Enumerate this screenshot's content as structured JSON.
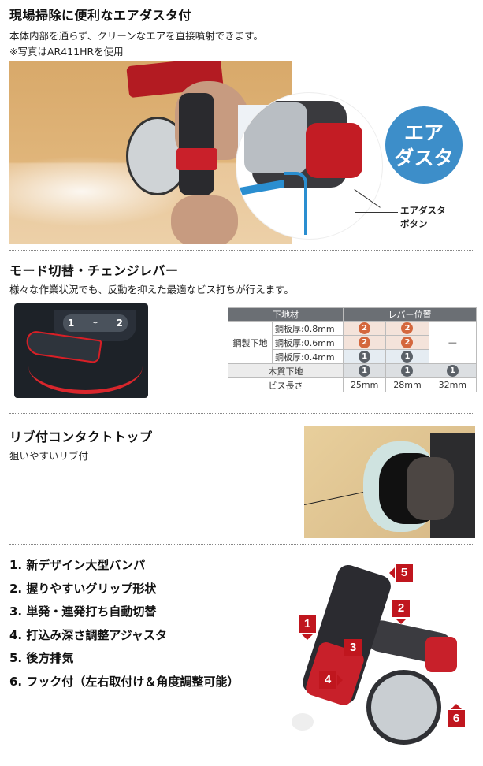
{
  "section_air_duster": {
    "title": "現場掃除に便利なエアダスタ付",
    "description": "本体内部を通らず、クリーンなエアを直接噴射できます。",
    "note": "※写真はAR411HRを使用",
    "badge_line1": "エア",
    "badge_line2": "ダスタ",
    "callout_line1": "エアダスタ",
    "callout_line2": "ボタン"
  },
  "section_mode_switch": {
    "title": "モード切替・チェンジレバー",
    "description": "様々な作業状況でも、反動を抑えた最適なビス打ちが行えます。",
    "lever_labels": [
      "1",
      "2"
    ],
    "table": {
      "headers": [
        "下地材",
        "レバー位置"
      ],
      "group_label": "鋼製下地",
      "rows": [
        {
          "label": "鋼板厚:0.8mm",
          "positions": [
            "2",
            "2"
          ],
          "group": "steel"
        },
        {
          "label": "鋼板厚:0.6mm",
          "positions": [
            "2",
            "2"
          ],
          "group": "steel"
        },
        {
          "label": "鋼板厚:0.4mm",
          "positions": [
            "1",
            "1"
          ],
          "group": "steel"
        }
      ],
      "steel_dash": "—",
      "wood_row": {
        "label": "木質下地",
        "positions": [
          "1",
          "1",
          "1"
        ]
      },
      "length_row": {
        "label": "ビス長さ",
        "values": [
          "25mm",
          "28mm",
          "32mm"
        ]
      }
    }
  },
  "section_contact_top": {
    "title": "リブ付コンタクトトップ",
    "description": "狙いやすいリブ付"
  },
  "section_features": {
    "items": [
      "1. 新デザイン大型バンパ",
      "2. 握りやすいグリップ形状",
      "3. 単発・連発打ち自動切替",
      "4. 打込み深さ調整アジャスタ",
      "5. 後方排気",
      "6. フック付（左右取付け＆角度調整可能）"
    ],
    "tags": [
      "1",
      "2",
      "3",
      "4",
      "5",
      "6"
    ]
  },
  "colors": {
    "badge_blue": "#3d8ec9",
    "tag_red": "#c0161e",
    "lever_2_orange": "#d4673d",
    "lever_1_gray": "#5b6168",
    "table_header": "#6b6f74"
  }
}
